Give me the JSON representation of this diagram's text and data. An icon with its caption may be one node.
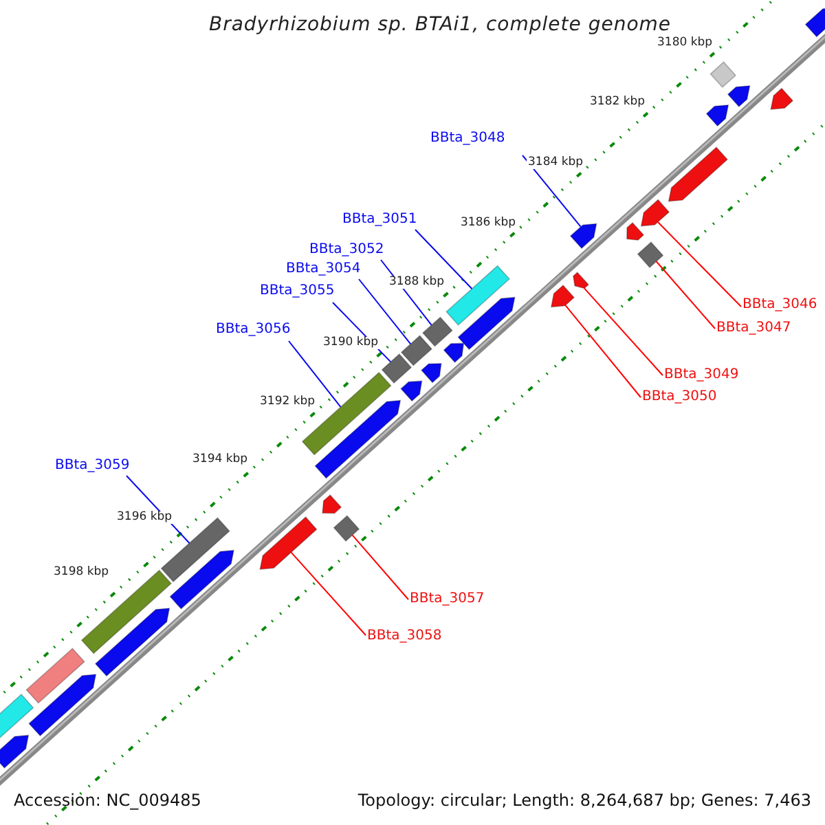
{
  "diagram": {
    "title": "Bradyrhizobium sp. BTAi1, complete genome",
    "nodes": [
      {
        "text": [
          "BBta_3048"
        ]
      },
      {
        "text": [
          "BBta_3051"
        ]
      },
      {
        "text": [
          "BBta_3052"
        ]
      },
      {
        "text": [
          "BBta_3054"
        ]
      },
      {
        "text": [
          "BBta_3055"
        ]
      },
      {
        "text": [
          "BBta_3046"
        ]
      },
      {
        "text": [
          "BBta_3047"
        ]
      },
      {
        "text": [
          "BBta_3056"
        ]
      },
      {
        "text": [
          "BBta_3049"
        ]
      },
      {
        "text": [
          "BBta_3050"
        ]
      },
      {
        "text": [
          "BBta_3059"
        ]
      },
      {
        "text": [
          "BBta_3057"
        ]
      },
      {
        "text": [
          "BBta_3058"
        ]
      },
      {
        "text": [],
        "shape": "arrow"
      },
      {
        "text": [],
        "shape": "arrow"
      },
      {
        "text": [],
        "shape": "arrow"
      },
      {
        "text": [],
        "shape": "diamond"
      },
      {
        "text": [],
        "shape": "arrow"
      },
      {
        "text": [],
        "shape": "arrow"
      },
      {
        "text": [],
        "shape": "arrow"
      },
      {
        "text": [],
        "shape": "arrow"
      },
      {
        "text": [],
        "shape": "diamond"
      },
      {
        "text": [],
        "shape": "arrow"
      },
      {
        "text": [],
        "shape": "arrow"
      },
      {
        "text": [],
        "shape": "arrow"
      },
      {
        "text": [],
        "shape": "box"
      },
      {
        "text": [],
        "shape": "arrow"
      },
      {
        "text": [],
        "shape": "box"
      },
      {
        "text": [],
        "shape": "arrow"
      },
      {
        "text": [],
        "shape": "box"
      },
      {
        "text": [],
        "shape": "arrow"
      },
      {
        "text": [],
        "shape": "box"
      },
      {
        "text": [],
        "shape": "arrow"
      },
      {
        "text": [],
        "shape": "box"
      },
      {
        "text": [],
        "shape": "arrow"
      },
      {
        "text": [],
        "shape": "arrow"
      },
      {
        "text": [],
        "shape": "diamond"
      },
      {
        "text": [],
        "shape": "arrow"
      },
      {
        "text": [],
        "shape": "box"
      },
      {
        "text": [],
        "shape": "arrow"
      },
      {
        "text": [],
        "shape": "box"
      },
      {
        "text": [],
        "shape": "arrow"
      },
      {
        "text": [],
        "shape": "box"
      },
      {
        "text": [],
        "shape": "arrow"
      },
      {
        "text": [],
        "shape": "box"
      },
      {
        "text": [],
        "shape": "arrow"
      }
    ],
    "edges": [
      {
        "from": 0,
        "to": 22,
        "arrow": "none"
      },
      {
        "from": 1,
        "to": 25,
        "arrow": "none"
      },
      {
        "from": 2,
        "to": 27,
        "arrow": "none"
      },
      {
        "from": 3,
        "to": 29,
        "arrow": "none"
      },
      {
        "from": 4,
        "to": 31,
        "arrow": "none"
      },
      {
        "from": 5,
        "to": 19,
        "arrow": "none",
        "color": "#ff0000"
      },
      {
        "from": 6,
        "to": 21,
        "arrow": "none",
        "color": "#ff0000"
      },
      {
        "from": 7,
        "to": 33,
        "arrow": "none"
      },
      {
        "from": 8,
        "to": 23,
        "arrow": "none",
        "color": "#ff0000"
      },
      {
        "from": 9,
        "to": 24,
        "arrow": "none",
        "color": "#ff0000"
      },
      {
        "from": 10,
        "to": 38,
        "arrow": "none"
      },
      {
        "from": 11,
        "to": 36,
        "arrow": "none",
        "color": "#ff0000"
      },
      {
        "from": 12,
        "to": 37,
        "arrow": "none",
        "color": "#ff0000"
      }
    ],
    "labels": [
      "3180 kbp",
      "3182 kbp",
      "3184 kbp",
      "3186 kbp",
      "3188 kbp",
      "3190 kbp",
      "3192 kbp",
      "3194 kbp",
      "3196 kbp",
      "3198 kbp",
      "Accession: NC_009485",
      "Topology: circular; Length: 8,264,687 bp; Genes: 7,463"
    ]
  }
}
